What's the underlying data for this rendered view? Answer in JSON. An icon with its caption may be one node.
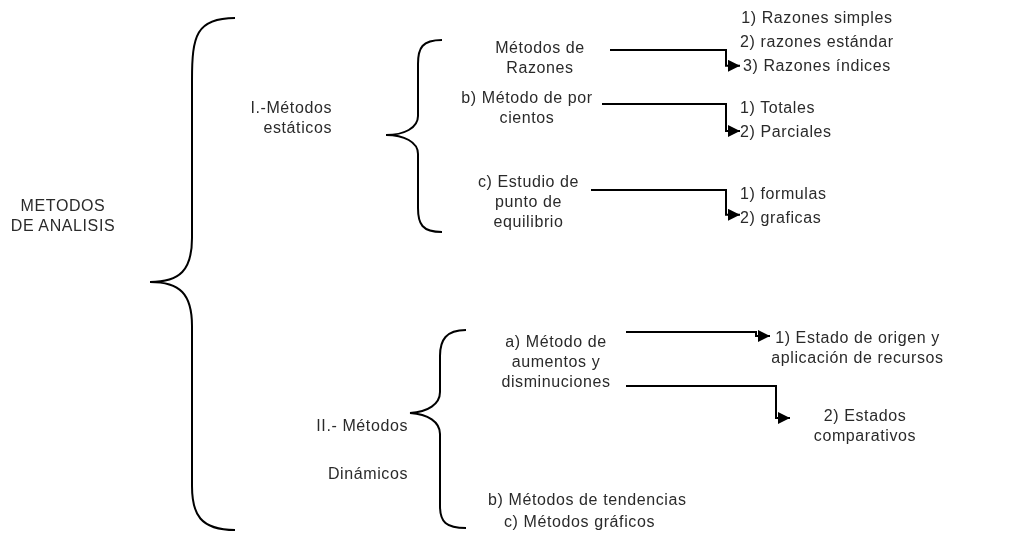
{
  "diagram": {
    "nodes": [
      {
        "text": [
          "METODOS DE ANALISIS"
        ]
      },
      {
        "text": [
          "I.-Métodos estáticos"
        ]
      },
      {
        "text": [
          "Métodos de Razones"
        ]
      },
      {
        "text": [
          "1) Razones simples",
          "2) razones estándar",
          "3) Razones índices"
        ]
      },
      {
        "text": [
          "b) Método de por cientos"
        ]
      },
      {
        "text": [
          "1) Totales",
          "2) Parciales"
        ]
      },
      {
        "text": [
          "c) Estudio de punto de equilibrio"
        ]
      },
      {
        "text": [
          "1) formulas",
          "2) graficas"
        ]
      },
      {
        "text": [
          "II.- Métodos",
          "Dinámicos"
        ]
      },
      {
        "text": [
          "a) Método de aumentos y disminuciones"
        ]
      },
      {
        "text": [
          "1) Estado de origen y aplicación de recursos"
        ]
      },
      {
        "text": [
          "2) Estados comparativos"
        ]
      },
      {
        "text": [
          "b) Métodos de tendencias"
        ]
      },
      {
        "text": [
          "c) Métodos gráficos"
        ]
      }
    ],
    "edges": [
      {
        "from": 2,
        "to": 3,
        "arrow": "to"
      },
      {
        "from": 4,
        "to": 5,
        "arrow": "to"
      },
      {
        "from": 6,
        "to": 7,
        "arrow": "to"
      },
      {
        "from": 9,
        "to": 10,
        "arrow": "to"
      },
      {
        "from": 9,
        "to": 11,
        "arrow": "to"
      }
    ]
  }
}
